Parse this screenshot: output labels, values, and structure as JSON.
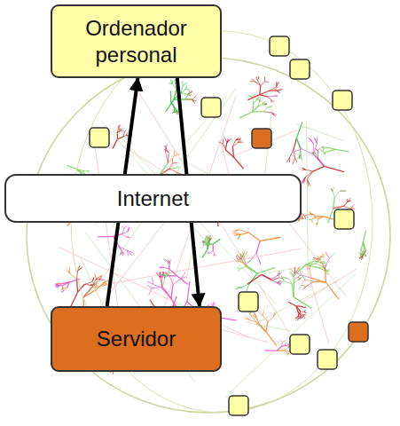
{
  "diagram": {
    "nodes": [
      {
        "text": [
          "Ordenador personal"
        ]
      },
      {
        "text": [
          "Internet"
        ]
      },
      {
        "text": [
          "Servidor"
        ]
      }
    ],
    "edges": [
      {
        "from": 2,
        "to": 0,
        "arrow": "to"
      },
      {
        "from": 0,
        "to": 2,
        "arrow": "to"
      }
    ]
  }
}
